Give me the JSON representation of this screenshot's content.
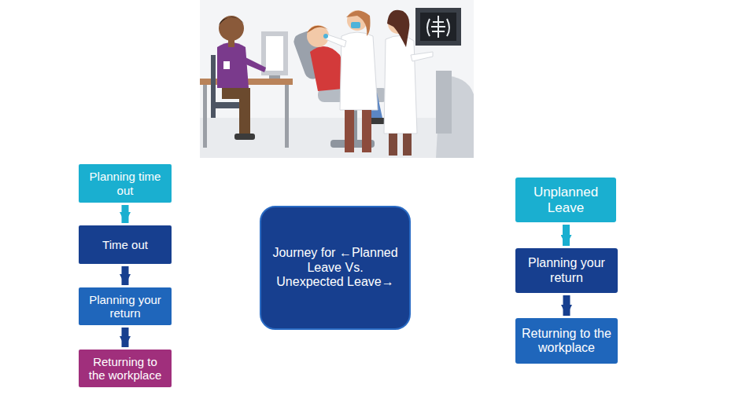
{
  "diagram": {
    "nodes": [
      {
        "text": [
          "Planning time out"
        ]
      },
      {
        "text": [
          "Time out"
        ]
      },
      {
        "text": [
          "Planning your return"
        ]
      },
      {
        "text": [
          "Returning to the workplace"
        ]
      },
      {
        "text": [
          "Journey for ←Planned Leave Vs. Unexpected Leave→"
        ]
      },
      {
        "text": [
          "Unplanned Leave"
        ]
      },
      {
        "text": [
          "Planning your return"
        ]
      },
      {
        "text": [
          "Returning to the workplace"
        ]
      }
    ],
    "edges": [
      {
        "from": 0,
        "to": 1,
        "arrow": "to"
      },
      {
        "from": 1,
        "to": 2,
        "arrow": "to"
      },
      {
        "from": 2,
        "to": 3,
        "arrow": "to"
      },
      {
        "from": 5,
        "to": 6,
        "arrow": "to"
      },
      {
        "from": 6,
        "to": 7,
        "arrow": "to"
      }
    ]
  }
}
